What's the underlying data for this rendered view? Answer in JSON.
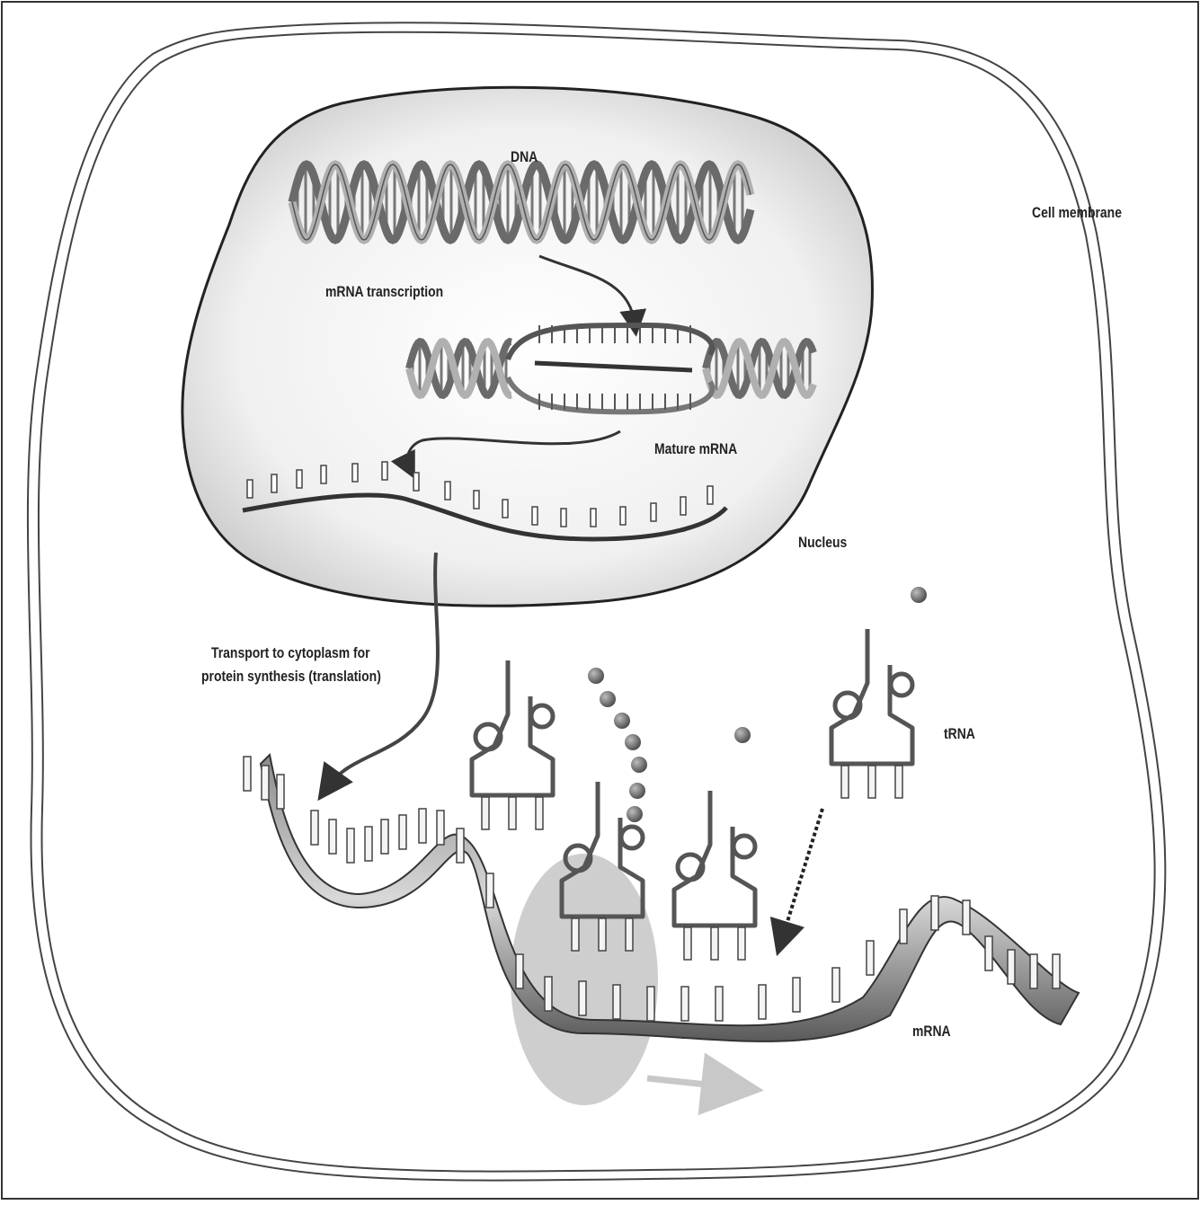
{
  "labels": {
    "dna": "DNA",
    "cell_membrane": "Cell membrane",
    "mrna_transcription": "mRNA transcription",
    "mature_mrna": "Mature mRNA",
    "nucleus": "Nucleus",
    "transport_line1": "Transport to cytoplasm for",
    "transport_line2": "protein synthesis (translation)",
    "trna": "tRNA",
    "mrna": "mRNA"
  },
  "colors": {
    "outline": "#333333",
    "ribbon_dark": "#4a4a4a",
    "ribbon_light": "#c8c8c8",
    "nucleus_fill": "#e6e6e6",
    "ribosome": "#bdbdbd",
    "amino_acid": "#6e6e6e"
  }
}
